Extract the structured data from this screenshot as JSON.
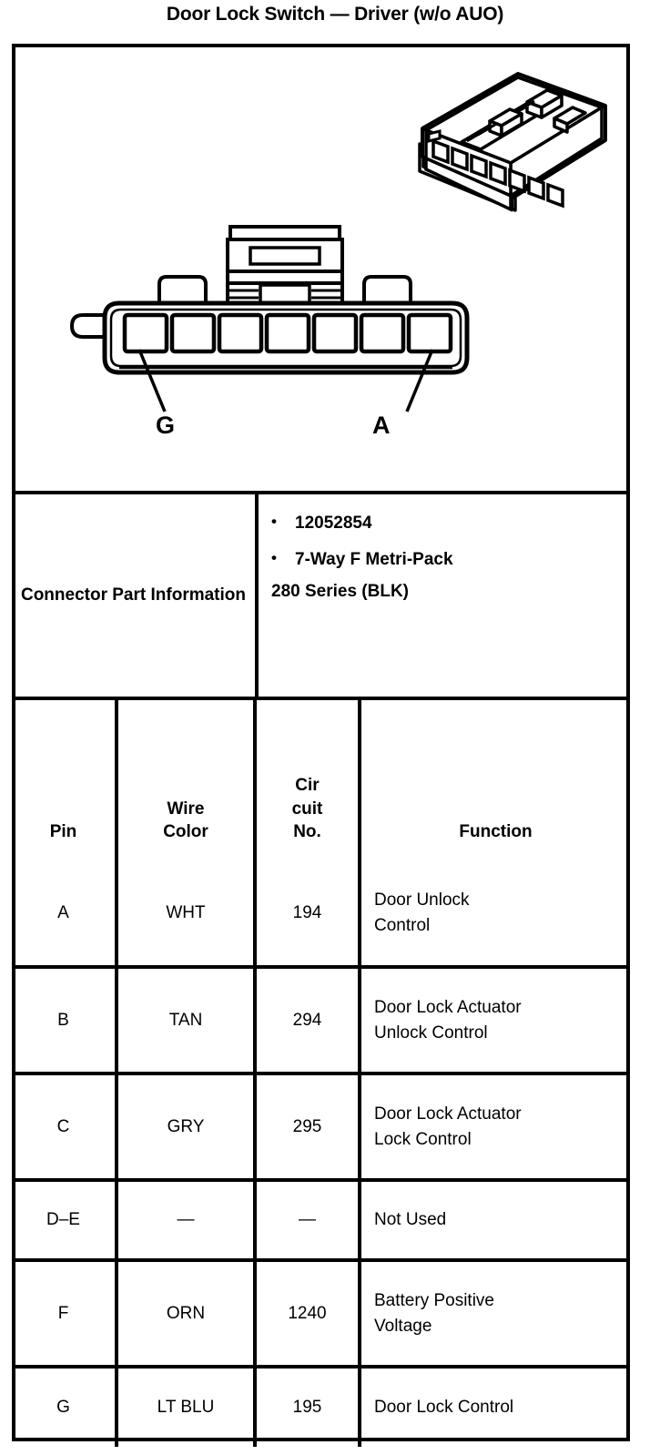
{
  "document": {
    "title": "Door Lock Switch — Driver (w/o AUO)"
  },
  "illustration": {
    "name": "connector-face-and-isometric-view",
    "cavity_count": 7,
    "callouts": [
      {
        "label": "G",
        "cavity_index": 1,
        "position": "left"
      },
      {
        "label": "A",
        "cavity_index": 7,
        "position": "right"
      }
    ]
  },
  "connector_part_information": {
    "label": "Connector Part Information",
    "bullets": [
      "12052854",
      "7-Way F Metri-Pack"
    ],
    "continuation": "280 Series (BLK)",
    "bullet_glyph": "•"
  },
  "pin_table": {
    "headers": {
      "pin": "Pin",
      "wire_color_line1": "Wire",
      "wire_color_line2": "Color",
      "circuit_line1": "Cir",
      "circuit_line2": "cuit",
      "circuit_line3": "No.",
      "function": "Function"
    },
    "rows": [
      {
        "pin": "A",
        "wire_color": "WHT",
        "circuit_no": "194",
        "function_line1": "Door Unlock",
        "function_line2": "Control",
        "tall": true
      },
      {
        "pin": "B",
        "wire_color": "TAN",
        "circuit_no": "294",
        "function_line1": "Door Lock Actuator",
        "function_line2": "Unlock Control",
        "tall": true
      },
      {
        "pin": "C",
        "wire_color": "GRY",
        "circuit_no": "295",
        "function_line1": "Door Lock Actuator",
        "function_line2": "Lock Control",
        "tall": true
      },
      {
        "pin": "D–E",
        "wire_color": "—",
        "circuit_no": "—",
        "function_line1": "Not Used",
        "function_line2": "",
        "tall": false
      },
      {
        "pin": "F",
        "wire_color": "ORN",
        "circuit_no": "1240",
        "function_line1": "Battery Positive",
        "function_line2": "Voltage",
        "tall": true
      },
      {
        "pin": "G",
        "wire_color": "LT BLU",
        "circuit_no": "195",
        "function_line1": "Door Lock Control",
        "function_line2": "",
        "tall": false
      }
    ]
  },
  "colors": {
    "ink": "#000000",
    "paper": "#ffffff"
  }
}
